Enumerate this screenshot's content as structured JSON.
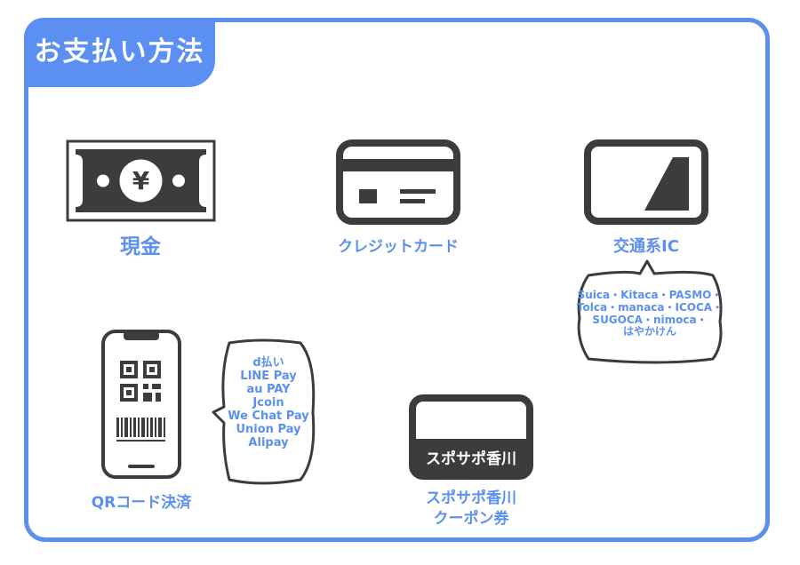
{
  "title": "お支払い方法",
  "methods": {
    "cash": {
      "label": "現金",
      "symbol": "¥"
    },
    "credit_card": {
      "label": "クレジットカード"
    },
    "ic": {
      "label": "交通系IC",
      "bubble": [
        "Suica・Kitaca・PASMO・",
        "Tolca・manaca・ICOCA・",
        "SUGOCA・nimoca・",
        "はやかけん"
      ]
    },
    "qr": {
      "label": "QRコード決済",
      "bubble": [
        "d払い",
        "LINE Pay",
        "au PAY",
        "Jcoin",
        "We Chat Pay",
        "Union Pay",
        "Alipay"
      ]
    },
    "coupon": {
      "card_text": "スポサポ香川",
      "label_line1": "スポサポ香川",
      "label_line2": "クーポン券"
    }
  },
  "colors": {
    "accent": "#5b8ff2",
    "icon": "#3c3c3c"
  }
}
